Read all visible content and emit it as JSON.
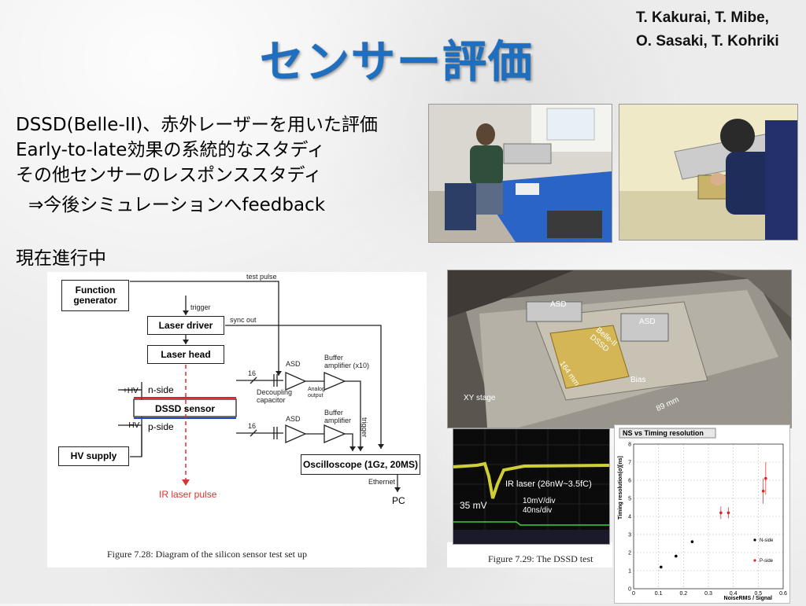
{
  "slide": {
    "title": "センサー評価",
    "authors": [
      "T. Kakurai, T. Mibe,",
      "O. Sasaki, T. Kohriki"
    ],
    "bullets": [
      "DSSD(Belle-II)、赤外レーザーを用いた評価",
      "Early-to-late効果の系統的なスタディ",
      "その他センサーのレスポンススタディ",
      "⇒今後シミュレーションへfeedback"
    ],
    "status": "現在進行中"
  },
  "diagram": {
    "function_generator": "Function generator",
    "laser_driver": "Laser driver",
    "laser_head": "Laser head",
    "dssd_sensor": "DSSD sensor",
    "hv_supply": "HV supply",
    "oscilloscope": "Oscilloscope (1Gz, 20MS)",
    "test_pulse": "test pulse",
    "trigger": "trigger",
    "sync_out": "sync out",
    "plus_hv": "+HV",
    "minus_hv": "-HV",
    "n_side": "n-side",
    "p_side": "p-side",
    "asd_top": "ASD",
    "asd_bottom": "ASD",
    "buffer_top": "Buffer amplifier (x10)",
    "buffer_bottom": "Buffer amplifier",
    "decoupling": "Decoupling capacitor",
    "analog_output": "Analog output",
    "ch_top": "16",
    "ch_bottom": "16",
    "trigger_vertical": "trigger",
    "ethernet": "Ethernet",
    "pc": "PC",
    "ir_laser_pulse": "IR laser pulse",
    "caption": "Figure 7.28: Diagram of the silicon sensor test set up"
  },
  "photo_setup": {
    "asd_left": "ASD",
    "asd_right": "ASD",
    "belle_dssd": "Belle-II DSSD",
    "bias": "Bias",
    "dim_164": "164 mm",
    "dim_89": "89 mm",
    "xy_stage": "XY stage"
  },
  "scope": {
    "ir_laser": "IR laser (26nW~3.5fC)",
    "amplitude": "35 mV",
    "vdiv": "10mV/div",
    "tdiv": "40ns/div",
    "caption": "Figure 7.29: The DSSD test"
  },
  "chart_data": {
    "type": "scatter",
    "title": "NS vs Timing resolution",
    "xlabel": "NoiseRMS / Signal",
    "ylabel": "Timing resolution(σ)[ns]",
    "xlim": [
      0,
      0.6
    ],
    "ylim": [
      0,
      8
    ],
    "xticks": [
      "0",
      "0.1",
      "0.2",
      "0.3",
      "0.4",
      "0.5",
      "0.6"
    ],
    "yticks": [
      "0",
      "1",
      "2",
      "3",
      "4",
      "5",
      "6",
      "7",
      "8"
    ],
    "grid": true,
    "legend": "right",
    "series": [
      {
        "name": "N-side",
        "color": "#000000",
        "x": [
          0.11,
          0.17,
          0.235
        ],
        "y": [
          1.2,
          1.8,
          2.6
        ],
        "err": [
          0,
          0,
          0
        ]
      },
      {
        "name": "P-side",
        "color": "#e02020",
        "x": [
          0.35,
          0.38,
          0.52,
          0.53
        ],
        "y": [
          4.2,
          4.2,
          5.4,
          6.1
        ],
        "err": [
          0.35,
          0.3,
          0.7,
          0.9
        ]
      }
    ]
  }
}
